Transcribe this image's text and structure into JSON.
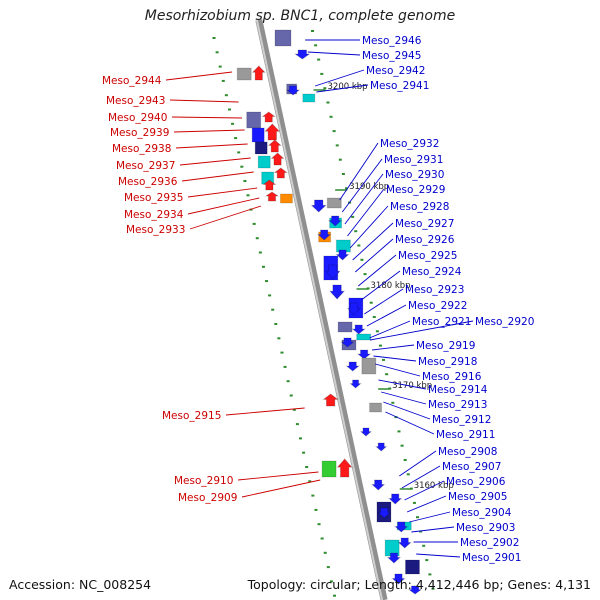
{
  "title": "Mesorhizobium sp. BNC1, complete genome",
  "accession": "Accession: NC_008254",
  "summary": "Topology: circular; Length: 4,412,446 bp; Genes: 4,131",
  "colors": {
    "backbone": "#8f8f8f",
    "tick": "#2e8b2e",
    "forward_label": "#0000cc",
    "reverse_label": "#cc0000",
    "forward_gene": "#1a1aff",
    "reverse_gene": "#ff1a1a",
    "cyan_gene": "#00cccc",
    "navy_gene": "#1a1a80",
    "gray_gene": "#999999",
    "orange_gene": "#ff8c00",
    "green_gene": "#33cc33",
    "slate_gene": "#6666aa"
  },
  "kbp_ticks": [
    "3200 kbp",
    "3190 kbp",
    "3180 kbp",
    "3170 kbp",
    "3160 kbp"
  ],
  "reverse_labels": [
    "Meso_2944",
    "Meso_2943",
    "Meso_2940",
    "Meso_2939",
    "Meso_2938",
    "Meso_2937",
    "Meso_2936",
    "Meso_2935",
    "Meso_2934",
    "Meso_2933",
    "Meso_2915",
    "Meso_2910",
    "Meso_2909"
  ],
  "forward_labels": [
    "Meso_2946",
    "Meso_2945",
    "Meso_2942",
    "Meso_2941",
    "Meso_2932",
    "Meso_2931",
    "Meso_2930",
    "Meso_2929",
    "Meso_2928",
    "Meso_2927",
    "Meso_2926",
    "Meso_2925",
    "Meso_2924",
    "Meso_2923",
    "Meso_2922",
    "Meso_2921",
    "Meso_2920",
    "Meso_2919",
    "Meso_2918",
    "Meso_2916",
    "Meso_2914",
    "Meso_2913",
    "Meso_2912",
    "Meso_2911",
    "Meso_2908",
    "Meso_2907",
    "Meso_2906",
    "Meso_2905",
    "Meso_2904",
    "Meso_2903",
    "Meso_2902",
    "Meso_2901"
  ]
}
